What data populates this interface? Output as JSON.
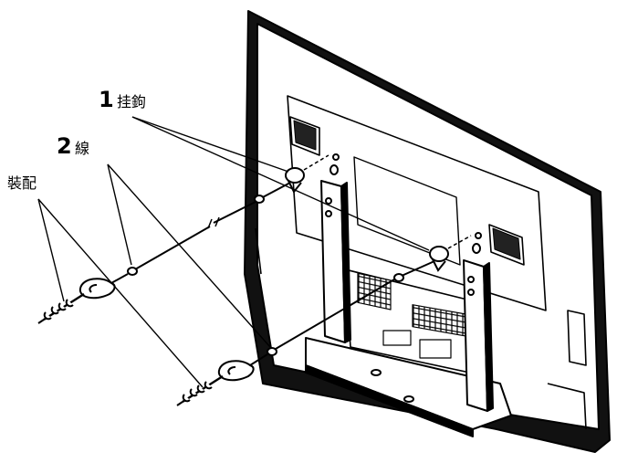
{
  "callouts": {
    "hook": {
      "number": "1",
      "text": "挂鉤"
    },
    "wire": {
      "number": "2",
      "text": "線"
    },
    "mount": {
      "text": "裝配"
    }
  }
}
